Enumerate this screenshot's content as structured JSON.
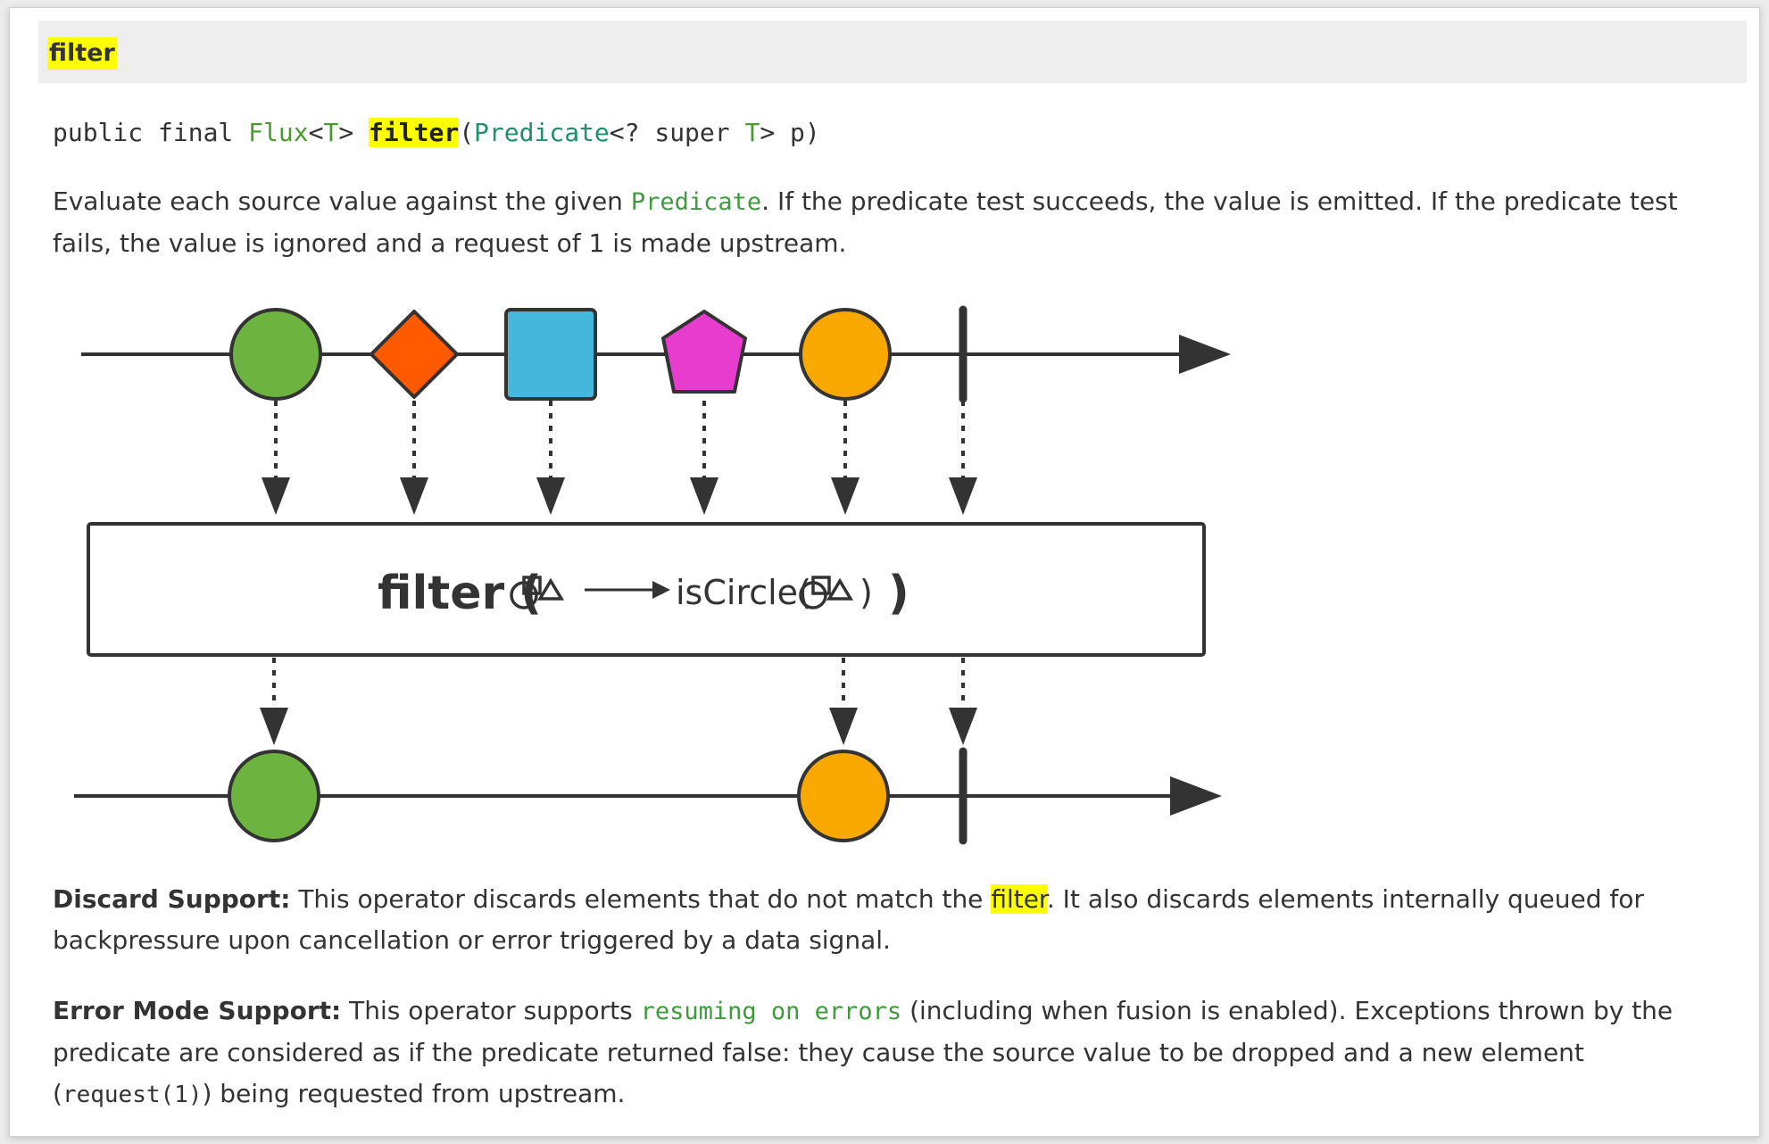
{
  "section": {
    "title": "filter"
  },
  "signature": {
    "p1": "public final ",
    "return_type": "Flux",
    "lt1": "<",
    "type_param1": "T",
    "gt1": "> ",
    "method": "filter",
    "open": "(",
    "param_type": "Predicate",
    "wildcard": "<? super ",
    "type_param2": "T",
    "close": "> p)"
  },
  "description": {
    "part1": "Evaluate each source value against the given ",
    "code": "Predicate",
    "part2": ". If the predicate test succeeds, the value is emitted. If the predicate test fails, the value is ignored and a request of 1 is made upstream."
  },
  "diagram": {
    "operator_label": "filter (",
    "arrow_label": "isCircle(",
    "close_inner": ")",
    "close_outer": ")",
    "colors": {
      "green": "#6db33f",
      "orange_red": "#ff5a00",
      "blue": "#45b7dd",
      "magenta": "#e83ccf",
      "amber": "#f9a800",
      "stroke": "#333333"
    },
    "source_items": [
      "circle-green",
      "diamond-orange",
      "square-blue",
      "pentagon-magenta",
      "circle-amber",
      "complete-bar"
    ],
    "output_items": [
      "circle-green",
      "circle-amber",
      "complete-bar"
    ]
  },
  "discard": {
    "label": "Discard Support:",
    "part1": " This operator discards elements that do not match the ",
    "highlight": "filter",
    "part2": ". It also discards elements internally queued for backpressure upon cancellation or error triggered by a data signal."
  },
  "error_mode": {
    "label": "Error Mode Support:",
    "part1": " This operator supports ",
    "link": "resuming on errors",
    "part2": " (including when fusion is enabled). Exceptions thrown by the predicate are considered as if the predicate returned false: they cause the source value to be dropped and a new element (",
    "code": "request(1)",
    "part3": ") being requested from upstream."
  }
}
